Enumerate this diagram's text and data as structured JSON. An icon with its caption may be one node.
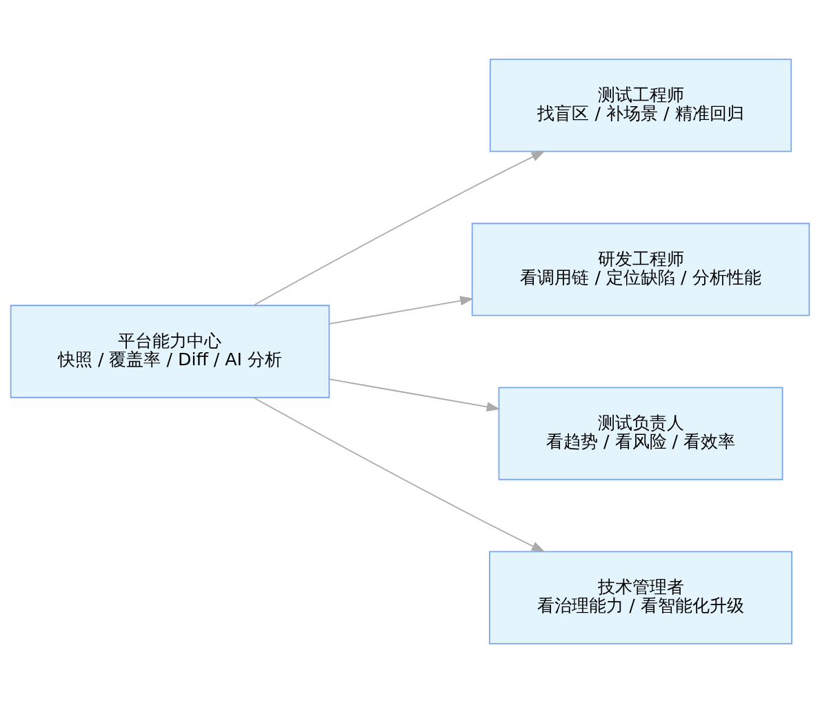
{
  "diagram": {
    "nodes": [
      {
        "text": [
          "平台能力中心",
          "快照 / 覆盖率 / Diff / AI 分析"
        ]
      },
      {
        "text": [
          "测试工程师",
          "找盲区 / 补场景 / 精准回归"
        ]
      },
      {
        "text": [
          "研发工程师",
          "看调用链 / 定位缺陷 / 分析性能"
        ]
      },
      {
        "text": [
          "测试负责人",
          "看趋势 / 看风险 / 看效率"
        ]
      },
      {
        "text": [
          "技术管理者",
          "看治理能力 / 看智能化升级"
        ]
      }
    ],
    "edges": [
      {
        "from": 0,
        "to": 1,
        "arrow": "to"
      },
      {
        "from": 0,
        "to": 2,
        "arrow": "to"
      },
      {
        "from": 0,
        "to": 3,
        "arrow": "to"
      },
      {
        "from": 0,
        "to": 4,
        "arrow": "to"
      }
    ]
  }
}
